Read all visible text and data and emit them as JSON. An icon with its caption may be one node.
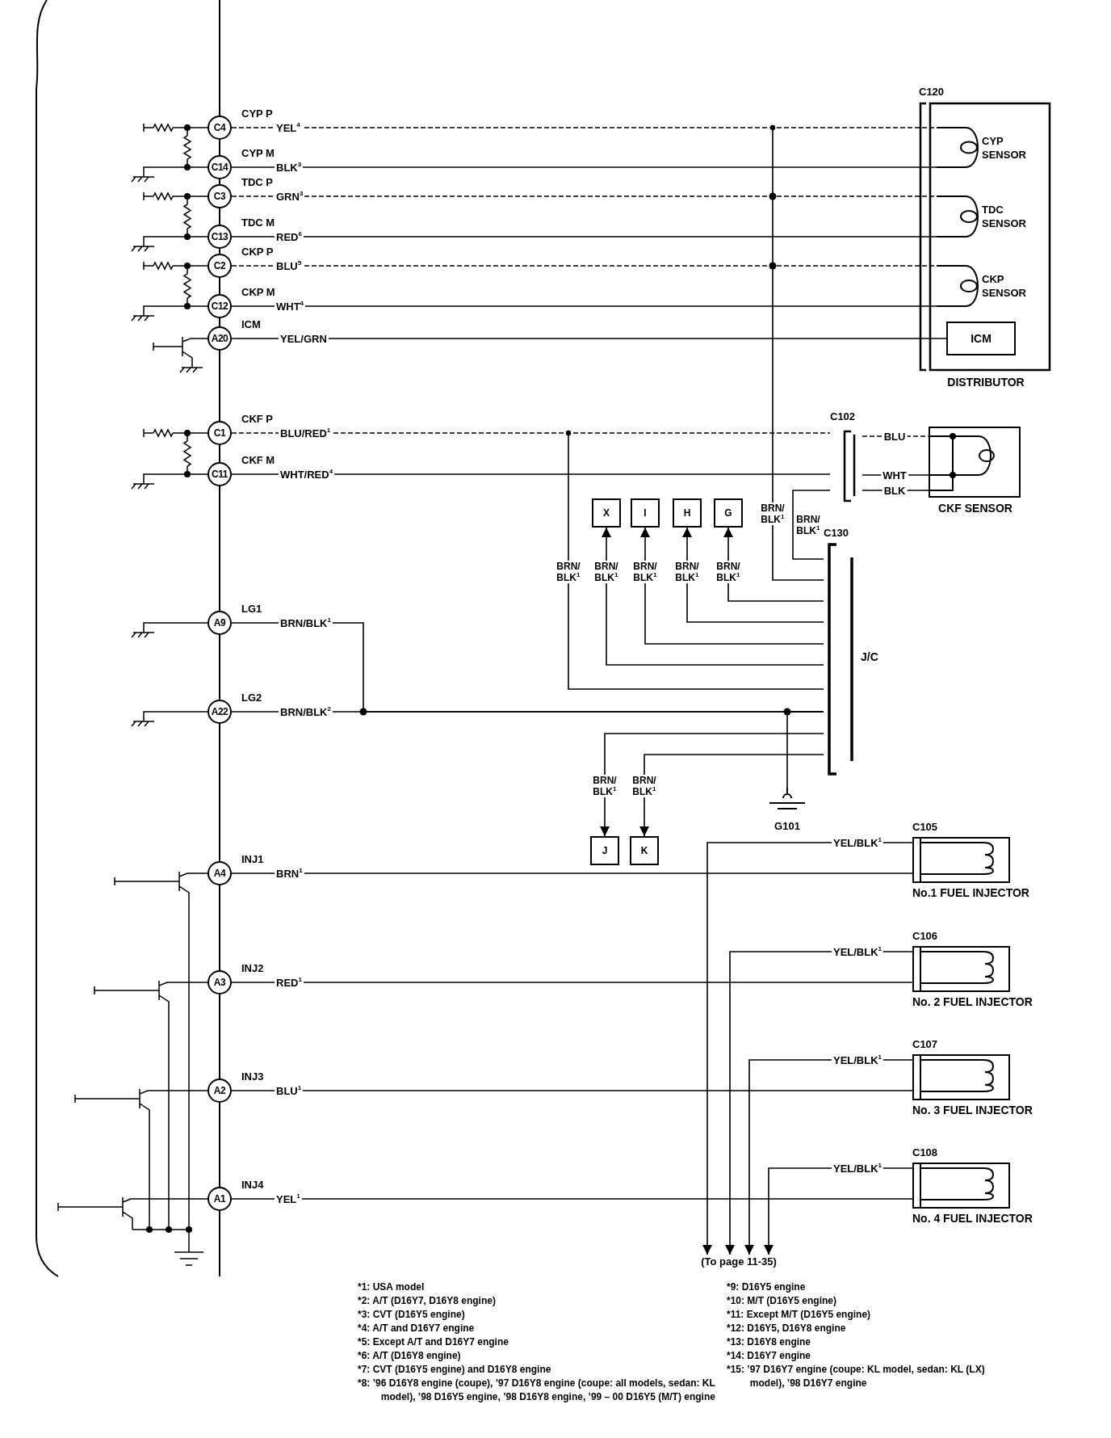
{
  "diagram": {
    "nodes": [
      {
        "text": [],
        "shape": "box"
      },
      {
        "text": [
          "C4"
        ],
        "in": 0,
        "beside": [
          "CYP P"
        ]
      },
      {
        "text": [
          "C14"
        ],
        "in": 0,
        "beside": [
          "CYP M"
        ]
      },
      {
        "text": [
          "C3"
        ],
        "in": 0,
        "beside": [
          "TDC P"
        ]
      },
      {
        "text": [
          "C13"
        ],
        "in": 0,
        "beside": [
          "TDC M"
        ]
      },
      {
        "text": [
          "C2"
        ],
        "in": 0,
        "beside": [
          "CKP P"
        ]
      },
      {
        "text": [
          "C12"
        ],
        "in": 0,
        "beside": [
          "CKP M"
        ]
      },
      {
        "text": [
          "A20"
        ],
        "in": 0,
        "beside": [
          "ICM"
        ]
      },
      {
        "text": [
          "C1"
        ],
        "in": 0,
        "beside": [
          "CKF P"
        ]
      },
      {
        "text": [
          "C11"
        ],
        "in": 0,
        "beside": [
          "CKF M"
        ]
      },
      {
        "text": [
          "A9"
        ],
        "in": 0,
        "beside": [
          "LG1"
        ]
      },
      {
        "text": [
          "A22"
        ],
        "in": 0,
        "beside": [
          "LG2"
        ]
      },
      {
        "text": [
          "A4"
        ],
        "in": 0,
        "beside": [
          "INJ1"
        ]
      },
      {
        "text": [
          "A3"
        ],
        "in": 0,
        "beside": [
          "INJ2"
        ]
      },
      {
        "text": [
          "A2"
        ],
        "in": 0,
        "beside": [
          "INJ3"
        ]
      },
      {
        "text": [
          "A1"
        ],
        "in": 0,
        "beside": [
          "INJ4"
        ]
      },
      {
        "text": [
          "DISTRIBUTOR"
        ],
        "beside": [
          "C120"
        ]
      },
      {
        "text": [
          "CYP SENSOR"
        ],
        "in": 16
      },
      {
        "text": [
          "TDC SENSOR"
        ],
        "in": 16
      },
      {
        "text": [
          "CKP SENSOR"
        ],
        "in": 16
      },
      {
        "text": [
          "ICM"
        ],
        "in": 16
      },
      {
        "text": [
          "C102"
        ]
      },
      {
        "text": [
          "CKF SENSOR"
        ]
      },
      {
        "text": [
          "C130",
          "J/C"
        ]
      },
      {
        "text": [
          "X"
        ]
      },
      {
        "text": [
          "I"
        ]
      },
      {
        "text": [
          "H"
        ]
      },
      {
        "text": [
          "G"
        ]
      },
      {
        "text": [
          "J"
        ]
      },
      {
        "text": [
          "K"
        ]
      },
      {
        "text": [
          "G101"
        ]
      },
      {
        "text": [
          "No.1 FUEL INJECTOR"
        ],
        "beside": [
          "C105"
        ]
      },
      {
        "text": [
          "No. 2 FUEL INJECTOR"
        ],
        "beside": [
          "C106"
        ]
      },
      {
        "text": [
          "No. 3 FUEL INJECTOR"
        ],
        "beside": [
          "C107"
        ]
      },
      {
        "text": [
          "No. 4 FUEL INJECTOR"
        ],
        "beside": [
          "C108"
        ]
      },
      {
        "text": [
          "(To page 11-35)"
        ]
      }
    ],
    "edges": [
      {
        "from": 1,
        "to": 17,
        "arrow": "none",
        "label": "YEL$^{4}$",
        "style": "dashed"
      },
      {
        "from": 2,
        "to": 17,
        "arrow": "none",
        "label": "BLK$^{3}$"
      },
      {
        "from": 3,
        "to": 18,
        "arrow": "none",
        "label": "GRN$^{3}$",
        "style": "dashed"
      },
      {
        "from": 4,
        "to": 18,
        "arrow": "none",
        "label": "RED$^{6}$"
      },
      {
        "from": 5,
        "to": 19,
        "arrow": "none",
        "label": "BLU$^{5}$",
        "style": "dashed"
      },
      {
        "from": 6,
        "to": 19,
        "arrow": "none",
        "label": "WHT$^{4}$"
      },
      {
        "from": 7,
        "to": 20,
        "arrow": "none",
        "label": "YEL/GRN"
      },
      {
        "from": 8,
        "to": 21,
        "arrow": "none",
        "label": "BLU/RED$^{1}$",
        "style": "dashed"
      },
      {
        "from": 9,
        "to": 21,
        "arrow": "none",
        "label": "WHT/RED$^{4}$"
      },
      {
        "from": 21,
        "to": 22,
        "arrow": "none",
        "label": "BLU",
        "style": "dashed"
      },
      {
        "from": 21,
        "to": 22,
        "arrow": "none",
        "label": "WHT"
      },
      {
        "from": 21,
        "to": 22,
        "arrow": "none",
        "label": "BLK"
      },
      {
        "from": 21,
        "to": 23,
        "arrow": "none",
        "label": "BRN/ BLK$^{1}$"
      },
      {
        "from": null,
        "to": 23,
        "arrow": "other",
        "label": "BRN/ BLK$^{1}$"
      },
      {
        "from": 23,
        "to": 27,
        "arrow": "to",
        "label": "BRN/ BLK$^{1}$"
      },
      {
        "from": 23,
        "to": 26,
        "arrow": "to",
        "label": "BRN/ BLK$^{1}$"
      },
      {
        "from": 23,
        "to": 25,
        "arrow": "to",
        "label": "BRN/ BLK$^{1}$"
      },
      {
        "from": 23,
        "to": 24,
        "arrow": "to",
        "label": "BRN/ BLK$^{1}$"
      },
      {
        "from": null,
        "to": 23,
        "arrow": "other",
        "label": "BRN/ BLK$^{1}$"
      },
      {
        "from": 10,
        "to": 23,
        "arrow": "none",
        "label": "BRN/BLK$^{1}$"
      },
      {
        "from": 11,
        "to": 23,
        "arrow": "none",
        "label": "BRN/BLK$^{2}$"
      },
      {
        "from": 23,
        "to": 28,
        "arrow": "to",
        "label": "BRN/ BLK$^{1}$"
      },
      {
        "from": 23,
        "to": 29,
        "arrow": "to",
        "label": "BRN/ BLK$^{1}$"
      },
      {
        "from": 23,
        "to": 30,
        "arrow": "none"
      },
      {
        "from": 12,
        "to": 31,
        "arrow": "none",
        "label": "BRN$^{1}$"
      },
      {
        "from": 13,
        "to": 32,
        "arrow": "none",
        "label": "RED$^{1}$"
      },
      {
        "from": 14,
        "to": 33,
        "arrow": "none",
        "label": "BLU$^{1}$"
      },
      {
        "from": 15,
        "to": 34,
        "arrow": "none",
        "label": "YEL$^{1}$"
      },
      {
        "from": 31,
        "to": 35,
        "arrow": "to",
        "label": "YEL/BLK$^{1}$"
      },
      {
        "from": 32,
        "to": 35,
        "arrow": "to",
        "label": "YEL/BLK$^{1}$"
      },
      {
        "from": 33,
        "to": 35,
        "arrow": "to",
        "label": "YEL/BLK$^{1}$"
      },
      {
        "from": 34,
        "to": 35,
        "arrow": "to",
        "label": "YEL/BLK$^{1}$"
      }
    ],
    "labels": [
      "*1: USA model",
      "*2: A/T (D16Y7, D16Y8 engine)",
      "*3: CVT (D16Y5 engine)",
      "*4: A/T and D16Y7 engine",
      "*5: Except A/T and D16Y7 engine",
      "*6: A/T (D16Y8 engine)",
      "*7: CVT (D16Y5 engine) and D16Y8 engine",
      "*8: ’96 D16Y8 engine (coupe), ’97 D16Y8 engine (coupe: all models, sedan: KL model), ’98 D16Y5 engine, ’98 D16Y8 engine, ’99 – 00 D16Y5 (M/T) engine",
      "*9: D16Y5 engine",
      "*10: M/T (D16Y5 engine)",
      "*11: Except M/T (D16Y5 engine)",
      "*12: D16Y5, D16Y8 engine",
      "*13: D16Y8 engine",
      "*14: D16Y7 engine",
      "*15: ’97 D16Y7 engine (coupe: KL model, sedan: KL (LX) model), ’98 D16Y7 engine"
    ]
  }
}
